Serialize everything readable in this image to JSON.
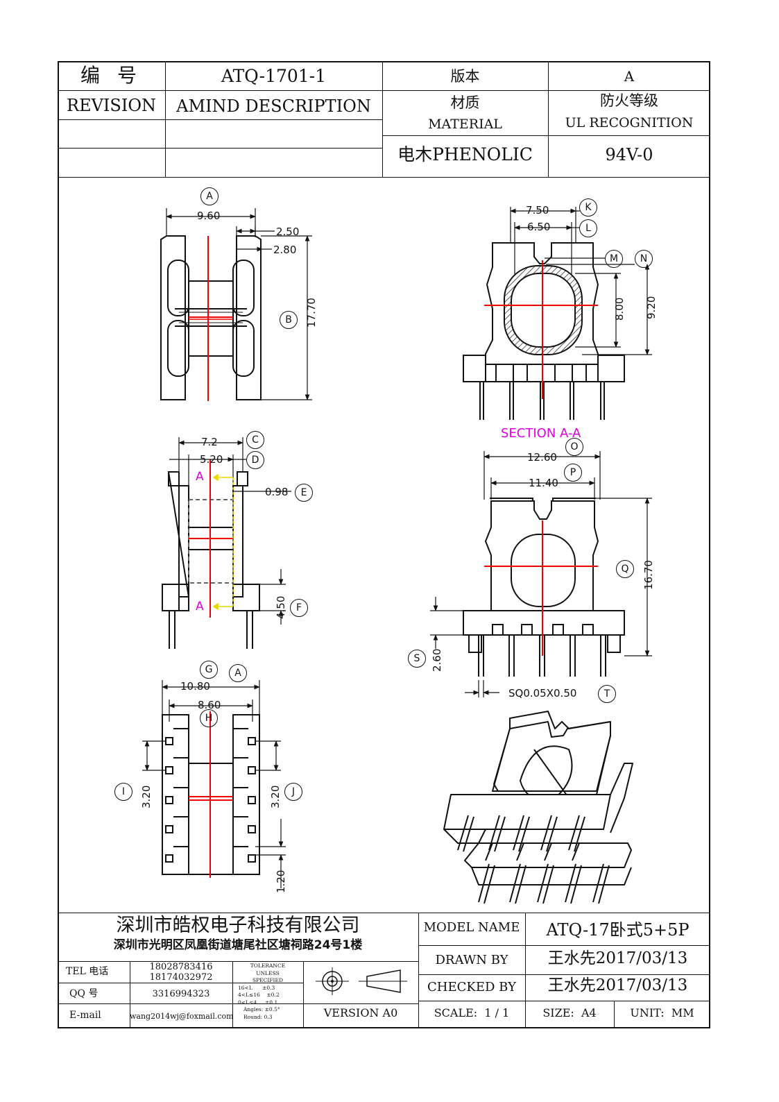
{
  "header": {
    "number_label": "编  号",
    "number_value": "ATQ-1701-1",
    "version_label": "版本",
    "version_value": "A",
    "revision_label": "REVISION",
    "amend_label": "AMIND DESCRIPTION",
    "material_label_cn": "材质",
    "material_label_en": "MATERIAL",
    "ul_label_cn": "防火等级",
    "ul_label_en": "UL RECOGNITION",
    "material_value": "电木PHENOLIC",
    "ul_value": "94V-0"
  },
  "drawing": {
    "dims": {
      "A": "9.60",
      "B": "17.70",
      "d250": "2.50",
      "d280": "2.80",
      "C": "7.2",
      "D": "5.20",
      "E": "0.98",
      "F": "4.50",
      "G": "10.80",
      "H": "8.60",
      "I": "3.20",
      "J": "3.20",
      "d120": "1.20",
      "K": "7.50",
      "L": "6.50",
      "M8": "8.00",
      "N": "9.20",
      "O": "12.60",
      "P": "11.40",
      "Q": "16.70",
      "S": "2.60",
      "T": "SQ0.05X0.50"
    },
    "letters": {
      "A": "A",
      "B": "B",
      "C": "C",
      "D": "D",
      "E": "E",
      "F": "F",
      "G": "G",
      "H": "H",
      "I": "I",
      "J": "J",
      "K": "K",
      "L": "L",
      "M": "M",
      "N": "N",
      "O": "O",
      "P": "P",
      "Q": "Q",
      "S": "S",
      "T": "T"
    },
    "section_marker": "A",
    "section_label": "SECTION A-A"
  },
  "titleblock": {
    "company": "深圳市皓权电子科技有限公司",
    "address": "深圳市光明区凤凰街道塘尾社区塘祠路24号1楼",
    "tel_label": "TEL 电话",
    "tel_1": "18028783416",
    "tel_2": "18174032972",
    "qq_label": "QQ  号",
    "qq_value": "3316994323",
    "email_label": "E-mail",
    "email_value": "wang2014wj@foxmail.com",
    "tolerance_lines": [
      "TOLERANCE",
      "UNLESS",
      "SPECIFIED",
      "16<L      ±0.3",
      "4<L≤16    ±0.2",
      "0<L≤4     ±0.1",
      "Angles: ±0.5°",
      "Round: 0.3"
    ],
    "version": "VERSION A0",
    "model_label": "MODEL NAME",
    "model_value": "ATQ-17卧式5+5P",
    "drawn_label": "DRAWN BY",
    "drawn_value": "王水先2017/03/13",
    "checked_label": "CHECKED BY",
    "checked_value": "王水先2017/03/13",
    "scale_label": "SCALE:  1 / 1",
    "size_label": "SIZE:  A4",
    "unit_label": "UNIT:  MM"
  }
}
